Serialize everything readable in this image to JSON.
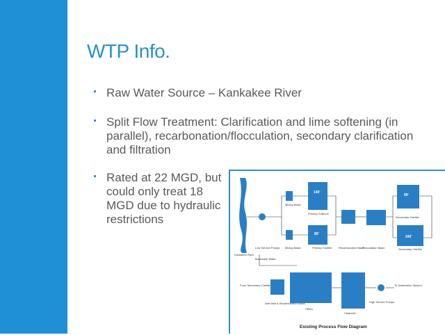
{
  "slide": {
    "title": "WTP Info.",
    "bullets": [
      "Raw Water Source – Kankakee River",
      "Split Flow Treatment:  Clarification and lime softening (in parallel), recarbonation/flocculation, secondary clarification and filtration",
      "Rated at 22 MGD, but could only treat 18 MGD due to hydraulic restrictions"
    ],
    "accent_color": "#2a8fcf",
    "sidebar_color": "#1f8fd6"
  },
  "diagram": {
    "caption": "Existing Process Flow Diagram",
    "labels": {
      "river": "Kankakee River",
      "low_service": "Low Service Pumps",
      "mixing_top": "Mixing Basin",
      "mixing_bottom": "Mixing Basin",
      "primary_softener": "Primary Softener",
      "primary_clarifier": "Primary Clarifier",
      "recarbonation": "Recarbonation Basin",
      "flocculation": "Flocculation Basin",
      "secondary_clarifier_top": "Secondary Clarifier",
      "secondary_clarifier_bottom": "Secondary Clarifier",
      "backwash": "Backwash Water",
      "from_secondary": "From Secondary Clarifier",
      "wet_well": "Wet Well & Recarbonation Basin",
      "filters": "Filters",
      "clearwell": "Clearwell",
      "high_service": "High Service Pumps",
      "to_distribution": "To Distribution System",
      "size_softener": "140'",
      "size_clarifier": "80'",
      "size_sec_top": "90'",
      "size_sec_bottom": "240'"
    }
  }
}
